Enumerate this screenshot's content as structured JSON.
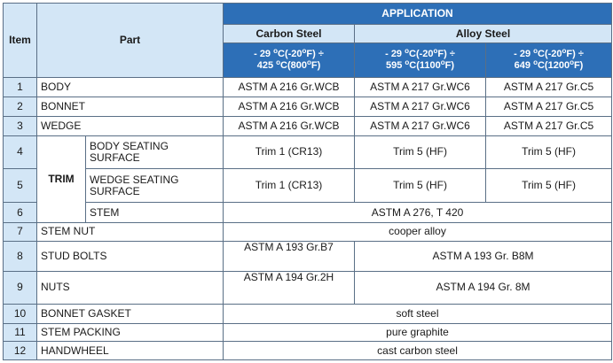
{
  "header": {
    "item": "Item",
    "part": "Part",
    "application": "APPLICATION",
    "carbon_steel": "Carbon Steel",
    "alloy_steel": "Alloy Steel",
    "temps": [
      {
        "l1a": "- 29 ",
        "l1b": "C(-20",
        "l1c": "F) ÷",
        "l2a": "425 ",
        "l2b": "C(800",
        "l2c": "F)"
      },
      {
        "l1a": "- 29 ",
        "l1b": "C(-20",
        "l1c": "F) ÷",
        "l2a": "595 ",
        "l2b": "C(1100",
        "l2c": "F)"
      },
      {
        "l1a": "- 29 ",
        "l1b": "C(-20",
        "l1c": "F) ÷",
        "l2a": "649 ",
        "l2b": "C(1200",
        "l2c": "F)"
      }
    ],
    "degree": "o"
  },
  "rows": [
    {
      "num": "1",
      "part": "BODY",
      "carbon": "ASTM A 216 Gr.WCB",
      "alloy1": "ASTM A 217 Gr.WC6",
      "alloy2": "ASTM A 217 Gr.C5"
    },
    {
      "num": "2",
      "part": "BONNET",
      "carbon": "ASTM A 216 Gr.WCB",
      "alloy1": "ASTM A 217 Gr.WC6",
      "alloy2": "ASTM A 217 Gr.C5"
    },
    {
      "num": "3",
      "part": "WEDGE",
      "carbon": "ASTM A 216 Gr.WCB",
      "alloy1": "ASTM A 217 Gr.WC6",
      "alloy2": "ASTM A 217 Gr.C5"
    },
    {
      "num": "4",
      "sub": "BODY SEATING SURFACE",
      "carbon": "Trim 1 (CR13)",
      "alloy1": "Trim 5 (HF)",
      "alloy2": "Trim 5 (HF)"
    },
    {
      "num": "5",
      "sub": "WEDGE SEATING SURFACE",
      "carbon": "Trim 1 (CR13)",
      "alloy1": "Trim 5 (HF)",
      "alloy2": "Trim 5 (HF)"
    },
    {
      "num": "6",
      "sub": "STEM",
      "all": "ASTM A 276, T 420"
    },
    {
      "num": "7",
      "part": "STEM NUT",
      "all": "cooper alloy"
    },
    {
      "num": "8",
      "part": "STUD BOLTS",
      "carbon": "ASTM A 193 Gr.B7",
      "alloy": "ASTM A 193 Gr. B8M"
    },
    {
      "num": "9",
      "part": "NUTS",
      "carbon": "ASTM A 194 Gr.2H",
      "alloy": "ASTM A 194 Gr. 8M"
    },
    {
      "num": "10",
      "part": "BONNET GASKET",
      "all": "soft steel"
    },
    {
      "num": "11",
      "part": "STEM PACKING",
      "all": "pure graphite"
    },
    {
      "num": "12",
      "part": "HANDWHEEL",
      "all": "cast carbon steel"
    }
  ],
  "trim_label": "TRIM",
  "colors": {
    "header_blue": "#2d6fb7",
    "header_light": "#d3e6f6",
    "border": "#5a6f86"
  }
}
